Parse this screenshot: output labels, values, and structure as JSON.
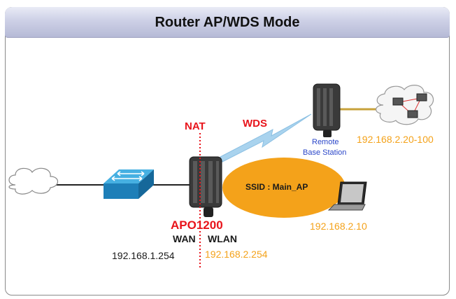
{
  "title": "Router AP/WDS Mode",
  "labels": {
    "nat": "NAT",
    "wds": "WDS",
    "ssid": "SSID : Main_AP",
    "device_name": "APO1200",
    "wan": "WAN",
    "wlan": "WLAN",
    "wan_ip": "192.168.1.254",
    "wlan_ip": "192.168.2.254",
    "remote_line1": "Remote",
    "remote_line2": "Base Station",
    "remote_range": "192.168.2.20-100",
    "laptop_ip": "192.168.2.10"
  },
  "colors": {
    "red": "#e8141b",
    "orange": "#f4a21a",
    "blue": "#2a46c9",
    "ssid_ellipse": "#f4a21a",
    "switch": "#2e9cd3",
    "wds_bolt": "#a9d3ee"
  },
  "icons": [
    "cloud-icon",
    "switch-icon",
    "router-icon",
    "remote-base-station-icon",
    "laptop-icon",
    "network-cloud-icon"
  ]
}
